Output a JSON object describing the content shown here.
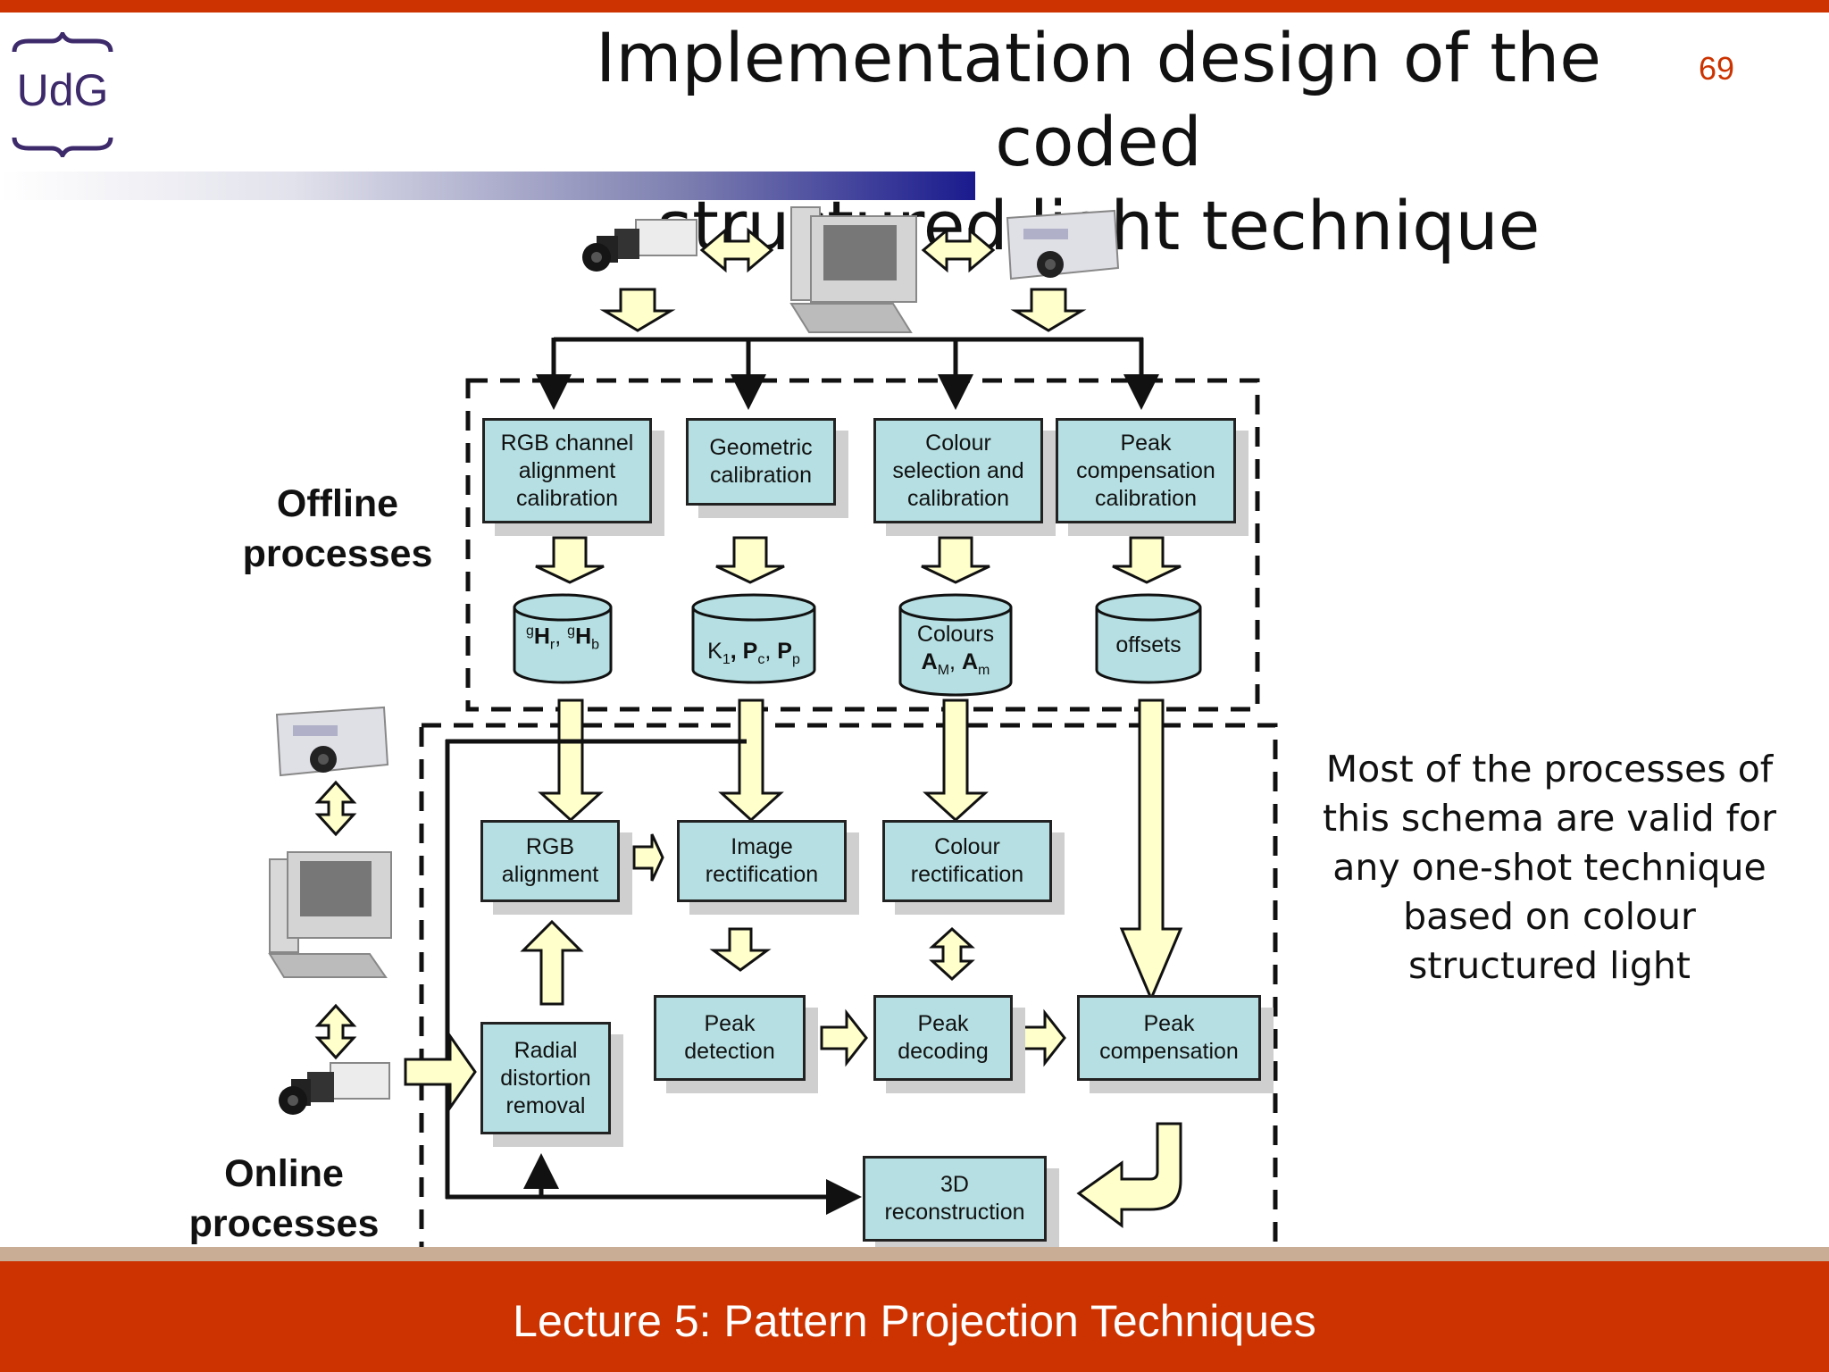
{
  "header": {
    "logo_text": "UdG",
    "title_line1": "Implementation design of the coded",
    "title_line2": "structured light technique",
    "page_number": "69"
  },
  "labels": {
    "offline_line1": "Offline",
    "offline_line2": "processes",
    "online_line1": "Online",
    "online_line2": "processes"
  },
  "offline": {
    "rgb_calib": [
      "RGB channel",
      "alignment",
      "calibration"
    ],
    "geometric_calib": [
      "Geometric",
      "calibration"
    ],
    "colour_calib": [
      "Colour",
      "selection and",
      "calibration"
    ],
    "peak_calib": [
      "Peak",
      "compensation",
      "calibration"
    ]
  },
  "storage": {
    "homographies": {
      "sup1": "g",
      "main1": "H",
      "sub1": "r",
      "sep": ", ",
      "sup2": "g",
      "main2": "H",
      "sub2": "b"
    },
    "camera_params": {
      "main1": "K",
      "sub1": "1",
      "sep1": ", ",
      "main2": "P",
      "sub2": "c",
      "sep2": ", ",
      "main3": "P",
      "sub3": "p"
    },
    "colours": {
      "line1": "Colours",
      "main1": "A",
      "sub1": "M",
      "sep": ", ",
      "main2": "A",
      "sub2": "m"
    },
    "offsets": "offsets"
  },
  "online": {
    "rgb_alignment": [
      "RGB",
      "alignment"
    ],
    "image_rect": [
      "Image",
      "rectification"
    ],
    "colour_rect": [
      "Colour",
      "rectification"
    ],
    "radial": [
      "Radial",
      "distortion",
      "removal"
    ],
    "peak_detection": [
      "Peak",
      "detection"
    ],
    "peak_decoding": [
      "Peak",
      "decoding"
    ],
    "peak_compensation": [
      "Peak",
      "compensation"
    ],
    "reconstruction": [
      "3D",
      "reconstruction"
    ]
  },
  "side_text": [
    "Most of the processes of",
    "this schema are valid for",
    "any one-shot technique",
    "based on colour",
    "structured light"
  ],
  "footer": "Lecture 5: Pattern Projection Techniques",
  "colors": {
    "accent": "#cc3300",
    "box_fill": "#b5dfe2",
    "arrow_fill": "#ffffcc",
    "logo": "#3d2a6b"
  }
}
